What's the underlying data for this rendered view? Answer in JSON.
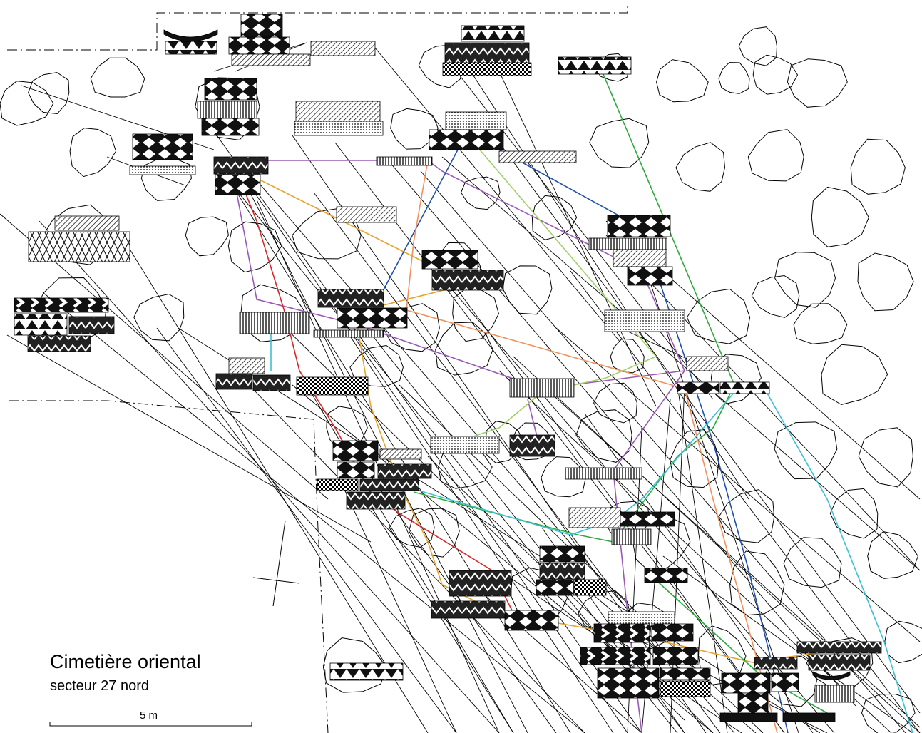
{
  "legend": {
    "title": "Cimetière oriental",
    "subtitle": "secteur 27 nord",
    "scale_label": "5 m"
  },
  "colors": {
    "background": "#ffffff",
    "ink": "#000000",
    "links": [
      "#e7a22a",
      "#9b59b6",
      "#1f4fa8",
      "#2eaa3c",
      "#3ec0d6",
      "#f0905a",
      "#a3cf6b",
      "#d62728"
    ]
  },
  "pattern_kinds": [
    "triangles",
    "diamonds",
    "hatch",
    "chevron",
    "zigzag",
    "dots",
    "solid",
    "checker"
  ]
}
